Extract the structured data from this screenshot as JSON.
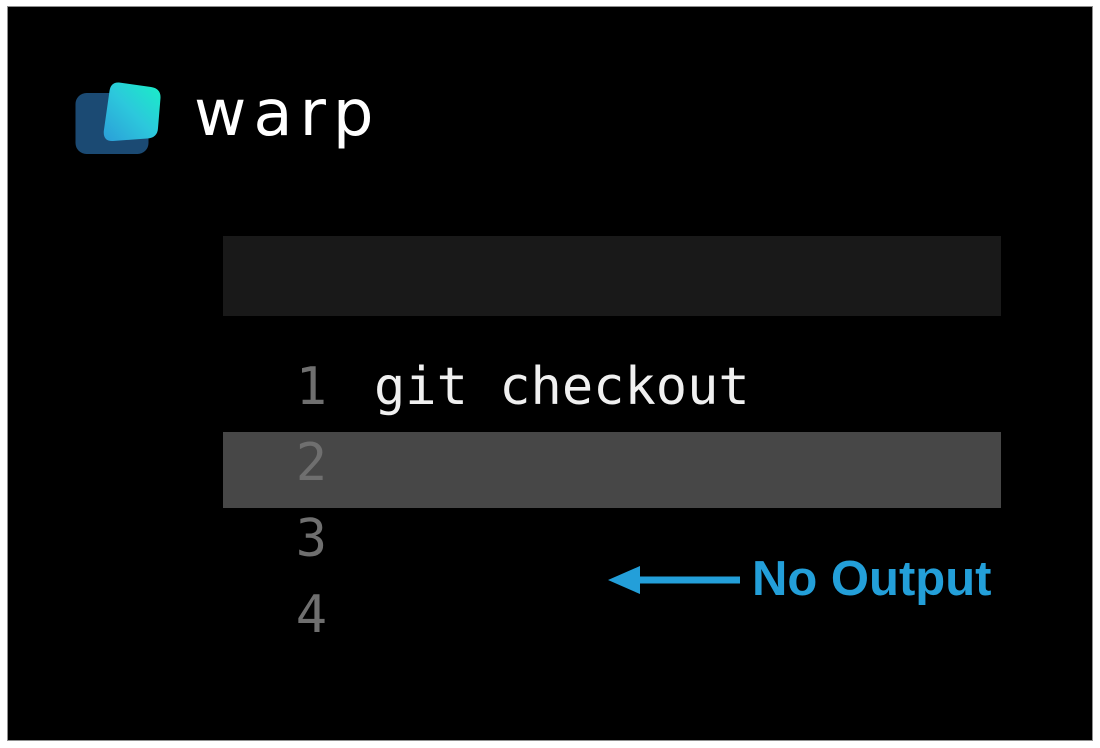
{
  "brand": {
    "name": "warp",
    "icon": "warp-logo-icon"
  },
  "terminal": {
    "command_bar": {
      "value": ""
    },
    "lines": [
      {
        "number": "1",
        "content": "git checkout",
        "highlighted": false
      },
      {
        "number": "2",
        "content": "",
        "highlighted": true
      },
      {
        "number": "3",
        "content": "",
        "highlighted": false
      },
      {
        "number": "4",
        "content": "",
        "highlighted": false
      }
    ]
  },
  "annotation": {
    "label": "No Output",
    "arrow_icon": "left-arrow-icon"
  },
  "colors": {
    "page_bg": "#FFFFFF",
    "panel_bg": "#000000",
    "command_bar_bg": "#191919",
    "highlight_row_bg": "#474747",
    "line_number_gray": "#6F6F6F",
    "command_text": "#F0F0F0",
    "annotation_cyan": "#239FD9",
    "logo_back_blue": "#1B4A73",
    "logo_gradient_start": "#2B9ED8",
    "logo_gradient_end": "#19F0C6",
    "wordmark_white": "#FFFFFF"
  }
}
